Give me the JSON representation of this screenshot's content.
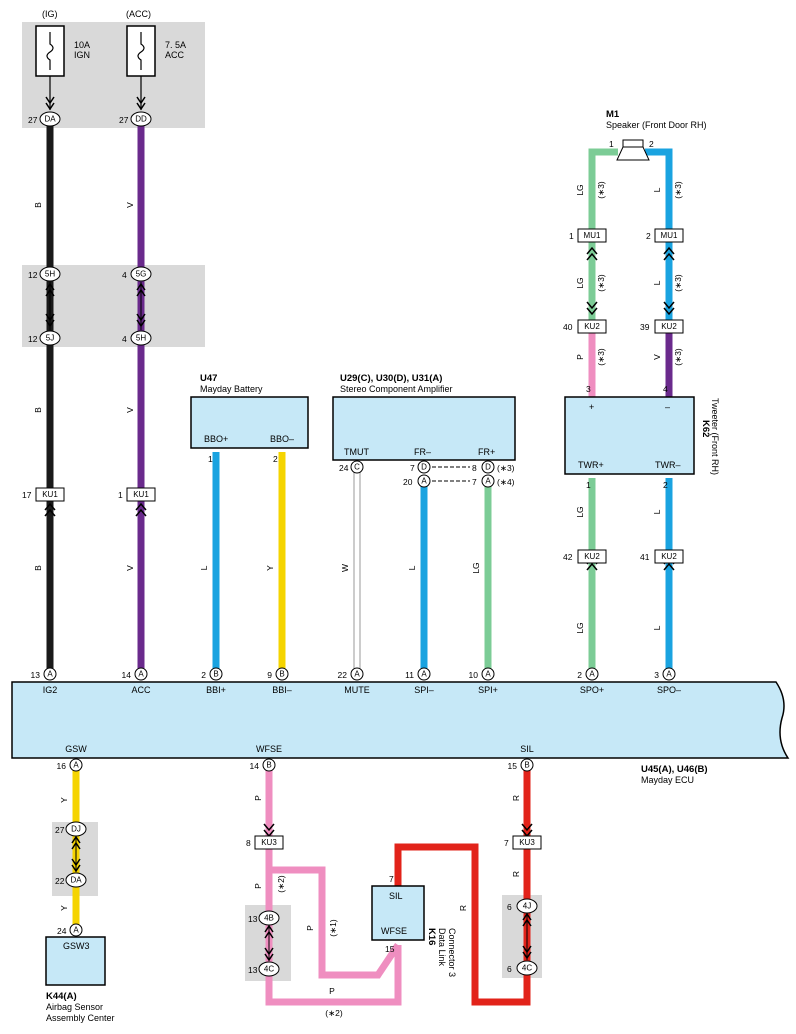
{
  "fuses": [
    {
      "header": "(IG)",
      "rating": "10A",
      "name": "IGN",
      "pin": "27",
      "conn": "DA"
    },
    {
      "header": "(ACC)",
      "rating": "7. 5A",
      "name": "ACC",
      "pin": "27",
      "conn": "DD"
    }
  ],
  "speaker": {
    "id": "M1",
    "name": "Speaker (Front Door RH)",
    "pin_left": "1",
    "pin_right": "2"
  },
  "tweeter": {
    "id": "K62",
    "name": "Tweeter (Front RH)",
    "plus": "+",
    "minus": "–",
    "pin3": "3",
    "pin4": "4",
    "twr_plus": "TWR+",
    "twr_minus": "TWR–",
    "pin1": "1",
    "pin2": "2"
  },
  "battery": {
    "id": "U47",
    "name": "Mayday Battery",
    "bbo_plus": "BBO+",
    "bbo_minus": "BBO–",
    "pin1": "1",
    "pin2": "2"
  },
  "amplifier": {
    "id": "U29(C), U30(D), U31(A)",
    "name": "Stereo Component Amplifier",
    "tmut": "TMUT",
    "frm": "FR–",
    "frp": "FR+",
    "p24": "24",
    "cC": "C",
    "p7a": "7",
    "cD1": "D",
    "p8": "8",
    "cD2": "D",
    "note3": "(∗3)",
    "p20": "20",
    "cA1": "A",
    "p7b": "7",
    "cA2": "A",
    "note4": "(∗4)"
  },
  "ecu": {
    "id": "U45(A), U46(B)",
    "name": "Mayday ECU",
    "top_pins": [
      {
        "num": "13",
        "conn": "A",
        "label": "IG2"
      },
      {
        "num": "14",
        "conn": "A",
        "label": "ACC"
      },
      {
        "num": "2",
        "conn": "B",
        "label": "BBI+"
      },
      {
        "num": "9",
        "conn": "B",
        "label": "BBI–"
      },
      {
        "num": "22",
        "conn": "A",
        "label": "MUTE"
      },
      {
        "num": "11",
        "conn": "A",
        "label": "SPI–"
      },
      {
        "num": "10",
        "conn": "A",
        "label": "SPI+"
      },
      {
        "num": "2",
        "conn": "A",
        "label": "SPO+"
      },
      {
        "num": "3",
        "conn": "A",
        "label": "SPO–"
      }
    ],
    "bottom_pins": [
      {
        "num": "16",
        "conn": "A",
        "label": "GSW"
      },
      {
        "num": "14",
        "conn": "B",
        "label": "WFSE"
      },
      {
        "num": "15",
        "conn": "B",
        "label": "SIL"
      }
    ]
  },
  "airbag": {
    "id": "K44(A)",
    "name1": "Airbag Sensor",
    "name2": "Assembly Center",
    "pin": "GSW3",
    "pnum": "24",
    "conn": "A"
  },
  "dlc": {
    "id": "K16",
    "name1": "Data Link",
    "name2": "Connector 3",
    "sil": "SIL",
    "wfse": "WFSE",
    "p7": "7",
    "p15": "15"
  },
  "junctions": {
    "p12a": "12",
    "c5H": "5H",
    "p4a": "4",
    "c5G": "5G",
    "p12b": "12",
    "c5J": "5J",
    "p4b": "4",
    "c5H2": "5H",
    "p17": "17",
    "p1": "1",
    "cKU1": "KU1",
    "p1mu": "1",
    "p2mu": "2",
    "cMU1": "MU1",
    "p40": "40",
    "p39": "39",
    "cKU2": "KU2",
    "p42": "42",
    "p41": "41",
    "p27j": "27",
    "cDJ": "DJ",
    "p22j": "22",
    "cDA": "DA",
    "p8k": "8",
    "cKU3": "KU3",
    "p7k": "7",
    "p13a": "13",
    "c4B": "4B",
    "p13b": "13",
    "c4C": "4C",
    "p6a": "6",
    "c4J": "4J",
    "p6b": "6"
  },
  "wires": {
    "B": "B",
    "V": "V",
    "L": "L",
    "Y": "Y",
    "W": "W",
    "LG": "LG",
    "P": "P",
    "R": "R"
  },
  "notes": {
    "n1": "(∗1)",
    "n2": "(∗2)",
    "n3": "(∗3)"
  },
  "colors": {
    "black": "#1a1a1a",
    "violet": "#6a2a8c",
    "blue": "#1aa3e0",
    "yellow": "#f5d400",
    "green": "#7ccc96",
    "pink": "#ef8ec0",
    "red": "#e2231a",
    "box": "#c6e8f7",
    "gray": "#d9d9d9"
  }
}
